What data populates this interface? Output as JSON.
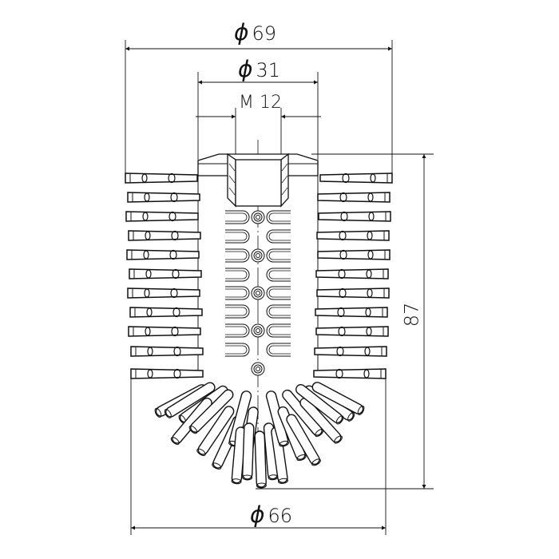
{
  "drawing": {
    "subject": "brush head technical drawing",
    "line_color": "#111111",
    "background": "#ffffff"
  },
  "dimensions": {
    "outer_top_diameter": {
      "symbol": "ϕ",
      "value": "69"
    },
    "hub_diameter": {
      "symbol": "ϕ",
      "value": "31"
    },
    "thread": {
      "label": "M 12"
    },
    "bottom_diameter": {
      "symbol": "ϕ",
      "value": "66"
    },
    "height": {
      "value": "87"
    }
  },
  "bristle_rows": 11
}
